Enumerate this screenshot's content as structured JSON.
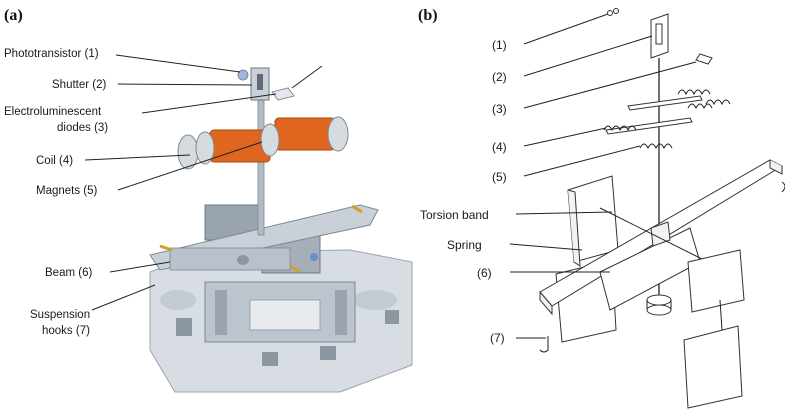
{
  "panel_a": {
    "tag": "(a)",
    "labels": {
      "phototransistor": "Phototransistor (1)",
      "shutter": "Shutter (2)",
      "diodes_l1": "Electroluminescent",
      "diodes_l2": "diodes (3)",
      "coil": "Coil (4)",
      "magnets": "Magnets (5)",
      "beam": "Beam (6)",
      "hooks_l1": "Suspension",
      "hooks_l2": "hooks (7)"
    }
  },
  "panel_b": {
    "tag": "(b)",
    "labels": {
      "n1": "(1)",
      "n2": "(2)",
      "n3": "(3)",
      "n4": "(4)",
      "n5": "(5)",
      "torsion_band": "Torsion band",
      "spring": "Spring",
      "n6": "(6)",
      "n7": "(7)"
    }
  },
  "colors": {
    "coil": "#e0661e",
    "metal": "#b9c2cc",
    "metal_dark": "#8d97a2",
    "base": "#d7dde3"
  }
}
